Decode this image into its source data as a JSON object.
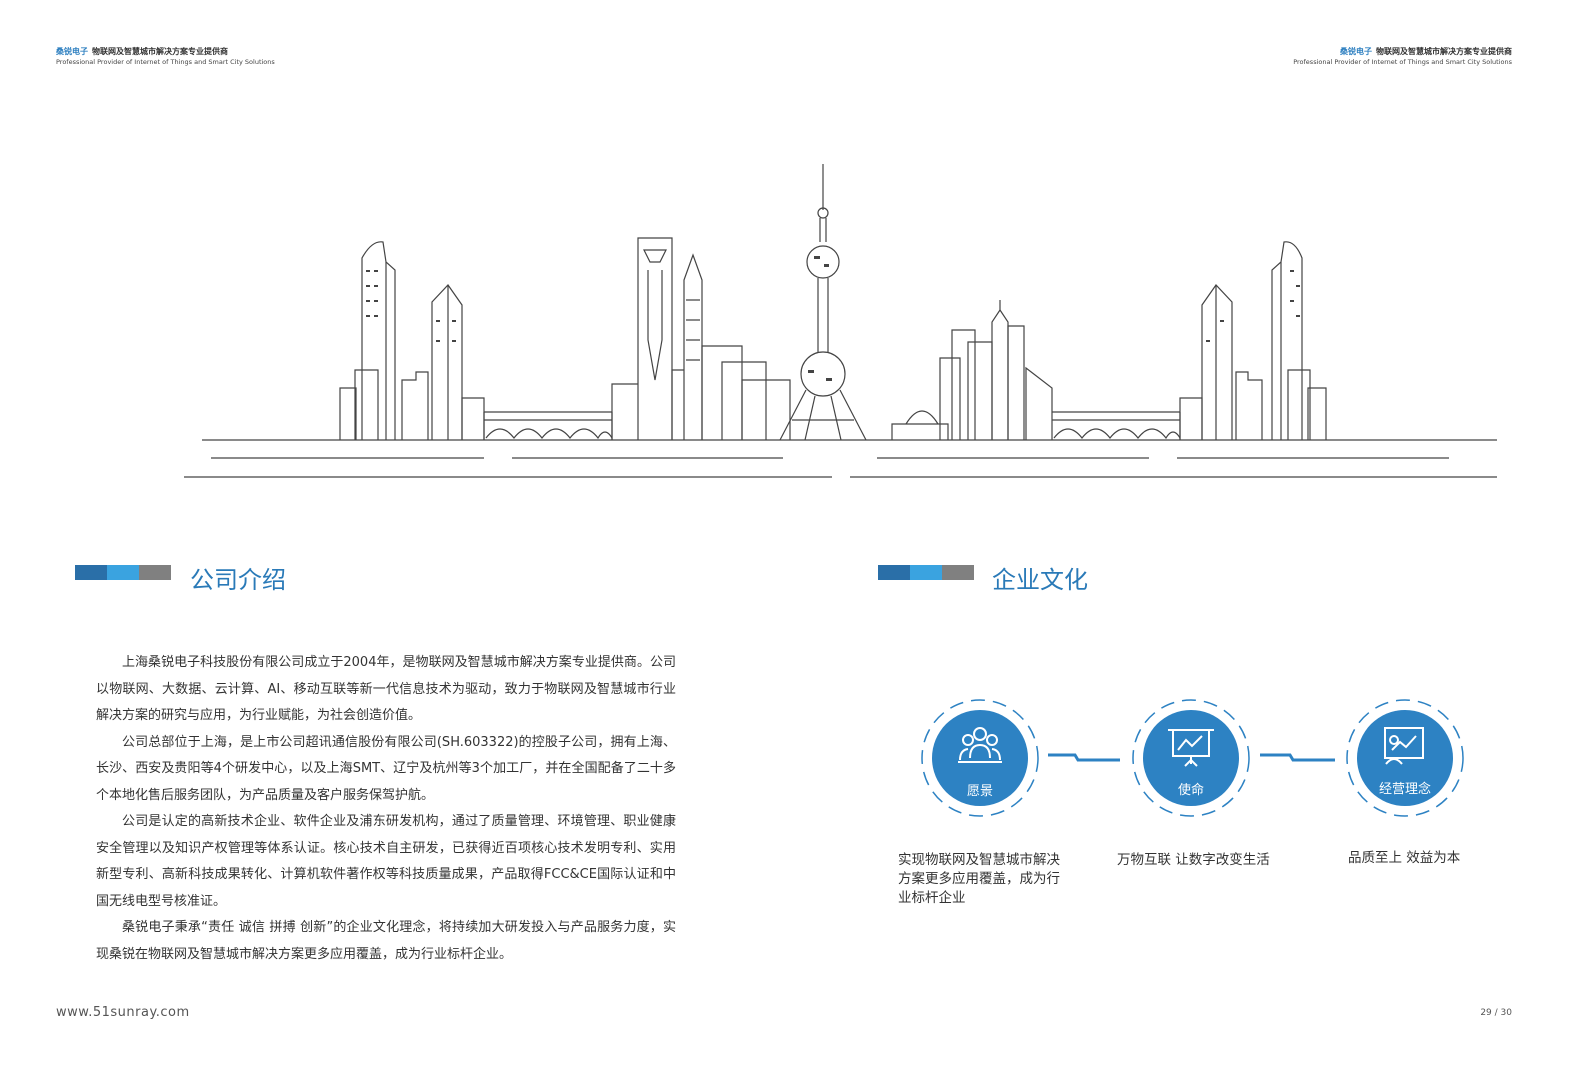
{
  "header": {
    "brand": "桑锐电子",
    "tagline_cn": "物联网及智慧城市解决方案专业提供商",
    "tagline_en": "Professional Provider of Internet of Things and Smart City Solutions"
  },
  "colors": {
    "accent_dark": "#2a6fa8",
    "accent_light": "#3aa3e0",
    "accent_gray": "#808080",
    "circle": "#2d82c3"
  },
  "intro": {
    "title": "公司介绍",
    "paragraphs": [
      "上海桑锐电子科技股份有限公司成立于2004年，是物联网及智慧城市解决方案专业提供商。公司以物联网、大数据、云计算、AI、移动互联等新一代信息技术为驱动，致力于物联网及智慧城市行业解决方案的研究与应用，为行业赋能，为社会创造价值。",
      "公司总部位于上海，是上市公司超讯通信股份有限公司(SH.603322)的控股子公司，拥有上海、长沙、西安及贵阳等4个研发中心，以及上海SMT、辽宁及杭州等3个加工厂，并在全国配备了二十多个本地化售后服务团队，为产品质量及客户服务保驾护航。",
      "公司是认定的高新技术企业、软件企业及浦东研发机构，通过了质量管理、环境管理、职业健康安全管理以及知识产权管理等体系认证。核心技术自主研发，已获得近百项核心技术发明专利、实用新型专利、高新科技成果转化、计算机软件著作权等科技质量成果，产品取得FCC&CE国际认证和中国无线电型号核准证。",
      "桑锐电子秉承“责任 诚信 拼搏 创新”的企业文化理念，将持续加大研发投入与产品服务力度，实现桑锐在物联网及智慧城市解决方案更多应用覆盖，成为行业标杆企业。"
    ]
  },
  "culture": {
    "title": "企业文化",
    "items": [
      {
        "label": "愿景",
        "icon": "people-group-icon",
        "caption": [
          "实现物联网及智慧城市解决",
          "方案更多应用覆盖，成为行",
          "业标杆企业"
        ]
      },
      {
        "label": "使命",
        "icon": "presentation-chart-icon",
        "caption": [
          "万物互联 让数字改变生活"
        ]
      },
      {
        "label": "经营理念",
        "icon": "growth-board-icon",
        "caption": [
          "品质至上 效益为本"
        ]
      }
    ]
  },
  "footer": {
    "url": "www.51sunray.com",
    "page": "29 / 30"
  }
}
